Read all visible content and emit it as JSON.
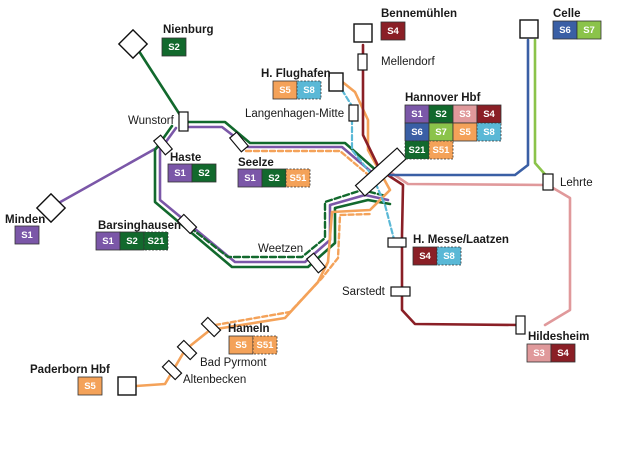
{
  "colors": {
    "S1": "#7b57a8",
    "S2": "#12692d",
    "S21": "#12692d",
    "S3": "#e0999b",
    "S4": "#8a1f26",
    "S5": "#f4a259",
    "S51": "#f4a259",
    "S6": "#3a5fa5",
    "S7": "#8bc34a",
    "S8": "#5ab8d6"
  },
  "badge_text_colors": {
    "S1": "#ffffff",
    "S2": "#ffffff",
    "S21": "#ffffff",
    "S3": "#ffffff",
    "S4": "#ffffff",
    "S5": "#ffffff",
    "S51": "#ffffff",
    "S6": "#ffffff",
    "S7": "#ffffff",
    "S8": "#ffffff"
  },
  "stations": {
    "nienburg": {
      "label": "Nienburg",
      "lines": [
        "S2"
      ]
    },
    "bennemuehlen": {
      "label": "Bennemühlen",
      "lines": [
        "S4"
      ]
    },
    "celle": {
      "label": "Celle",
      "lines": [
        "S6",
        "S7"
      ]
    },
    "mellendorf": {
      "label": "Mellendorf"
    },
    "flughafen": {
      "label": "H. Flughafen",
      "lines": [
        "S5",
        "S8"
      ]
    },
    "langenhagen": {
      "label": "Langenhagen-Mitte"
    },
    "wunstorf": {
      "label": "Wunstorf"
    },
    "hannover_hbf": {
      "label": "Hannover Hbf",
      "lines": [
        "S1",
        "S2",
        "S3",
        "S4",
        "S6",
        "S7",
        "S5",
        "S8",
        "S21",
        "S51"
      ]
    },
    "haste": {
      "label": "Haste",
      "lines": [
        "S1",
        "S2"
      ]
    },
    "seelze": {
      "label": "Seelze",
      "lines": [
        "S1",
        "S2",
        "S51"
      ]
    },
    "lehrte": {
      "label": "Lehrte"
    },
    "minden": {
      "label": "Minden",
      "lines": [
        "S1"
      ]
    },
    "barsinghausen": {
      "label": "Barsinghausen",
      "lines": [
        "S1",
        "S2",
        "S21"
      ]
    },
    "messe": {
      "label": "H. Messe/Laatzen",
      "lines": [
        "S4",
        "S8"
      ]
    },
    "weetzen": {
      "label": "Weetzen"
    },
    "sarstedt": {
      "label": "Sarstedt"
    },
    "hameln": {
      "label": "Hameln",
      "lines": [
        "S5",
        "S51"
      ]
    },
    "bad_pyrmont": {
      "label": "Bad Pyrmont"
    },
    "hildesheim": {
      "label": "Hildesheim",
      "lines": [
        "S3",
        "S4"
      ]
    },
    "paderborn": {
      "label": "Paderborn Hbf",
      "lines": [
        "S5"
      ]
    },
    "altenbecken": {
      "label": "Altenbecken"
    }
  }
}
